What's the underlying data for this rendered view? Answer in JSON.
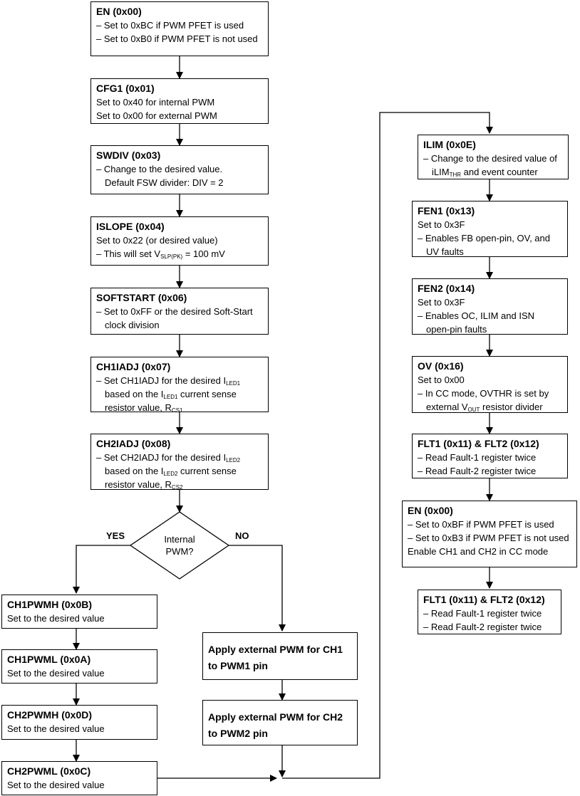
{
  "boxes": {
    "en1": {
      "title": "EN (0x00)",
      "l1": "– Set to 0xBC if PWM PFET is used",
      "l2": "– Set to 0xB0 if PWM PFET is not used"
    },
    "cfg1": {
      "title": "CFG1 (0x01)",
      "l1": "Set to 0x40 for internal PWM",
      "l2": "Set to 0x00 for external PWM"
    },
    "swdiv": {
      "title": "SWDIV (0x03)",
      "l1": "– Change to the desired value.",
      "l2": "Default FSW divider: DIV = 2"
    },
    "islope": {
      "title": "ISLOPE (0x04)",
      "l1": "Set to 0x22 (or desired value)",
      "l2a": "– This will set V",
      "l2sub": "SLP(PK)",
      "l2b": " = 100 mV"
    },
    "softstart": {
      "title": "SOFTSTART (0x06)",
      "l1": "– Set to 0xFF or the desired Soft-Start",
      "l2": "clock division"
    },
    "ch1iadj": {
      "title": "CH1IADJ (0x07)",
      "l1a": "– Set CH1IADJ for the desired I",
      "l1sub": "LED1",
      "l2a": "based on the I",
      "l2sub": "LED1",
      "l2b": " current sense",
      "l3a": "resistor value, R",
      "l3sub": "CS1"
    },
    "ch2iadj": {
      "title": "CH2IADJ (0x08)",
      "l1a": "– Set CH2IADJ for the desired I",
      "l1sub": "LED2",
      "l2a": "based on the I",
      "l2sub": "LED2",
      "l2b": " current sense",
      "l3a": "resistor value, R",
      "l3sub": "CS2"
    },
    "ch1pwmh": {
      "title": "CH1PWMH (0x0B)",
      "l1": "Set to the desired value"
    },
    "ch1pwml": {
      "title": "CH1PWML (0x0A)",
      "l1": "Set to the desired value"
    },
    "ch2pwmh": {
      "title": "CH2PWMH (0x0D)",
      "l1": "Set to the desired value"
    },
    "ch2pwml": {
      "title": "CH2PWML (0x0C)",
      "l1": "Set to the desired value"
    },
    "ext1": {
      "l1": "Apply external PWM for CH1",
      "l2": "to PWM1 pin"
    },
    "ext2": {
      "l1": "Apply external PWM for CH2",
      "l2": "to PWM2 pin"
    },
    "ilim": {
      "title": "ILIM (0x0E)",
      "l1": "– Change to the desired value of",
      "l2a": "iLIM",
      "l2sub": "THR",
      "l2b": " and event counter"
    },
    "fen1": {
      "title": "FEN1 (0x13)",
      "l1": "Set to 0x3F",
      "l2": "– Enables FB open-pin, OV, and",
      "l3": "UV faults"
    },
    "fen2": {
      "title": "FEN2 (0x14)",
      "l1": "Set to 0x3F",
      "l2": "– Enables OC, ILIM and ISN",
      "l3": "open-pin faults"
    },
    "ov": {
      "title": "OV (0x16)",
      "l1": "Set to 0x00",
      "l2": "– In CC mode, OVTHR is set by",
      "l3a": "external V",
      "l3sub": "OUT",
      "l3b": " resistor divider"
    },
    "flt1": {
      "title": "FLT1 (0x11) & FLT2 (0x12)",
      "l1": "– Read Fault-1 register twice",
      "l2": "– Read Fault-2 register twice"
    },
    "en2": {
      "title": "EN (0x00)",
      "l1": "– Set to 0xBF if PWM PFET is used",
      "l2": "– Set to 0xB3 if PWM PFET is not used",
      "l3": "Enable CH1 and CH2 in CC mode"
    },
    "flt2": {
      "title": "FLT1 (0x11) & FLT2 (0x12)",
      "l1": "– Read Fault-1 register twice",
      "l2": "– Read Fault-2 register twice"
    }
  },
  "decision": {
    "l1": "Internal",
    "l2": "PWM?",
    "yes": "YES",
    "no": "NO"
  }
}
